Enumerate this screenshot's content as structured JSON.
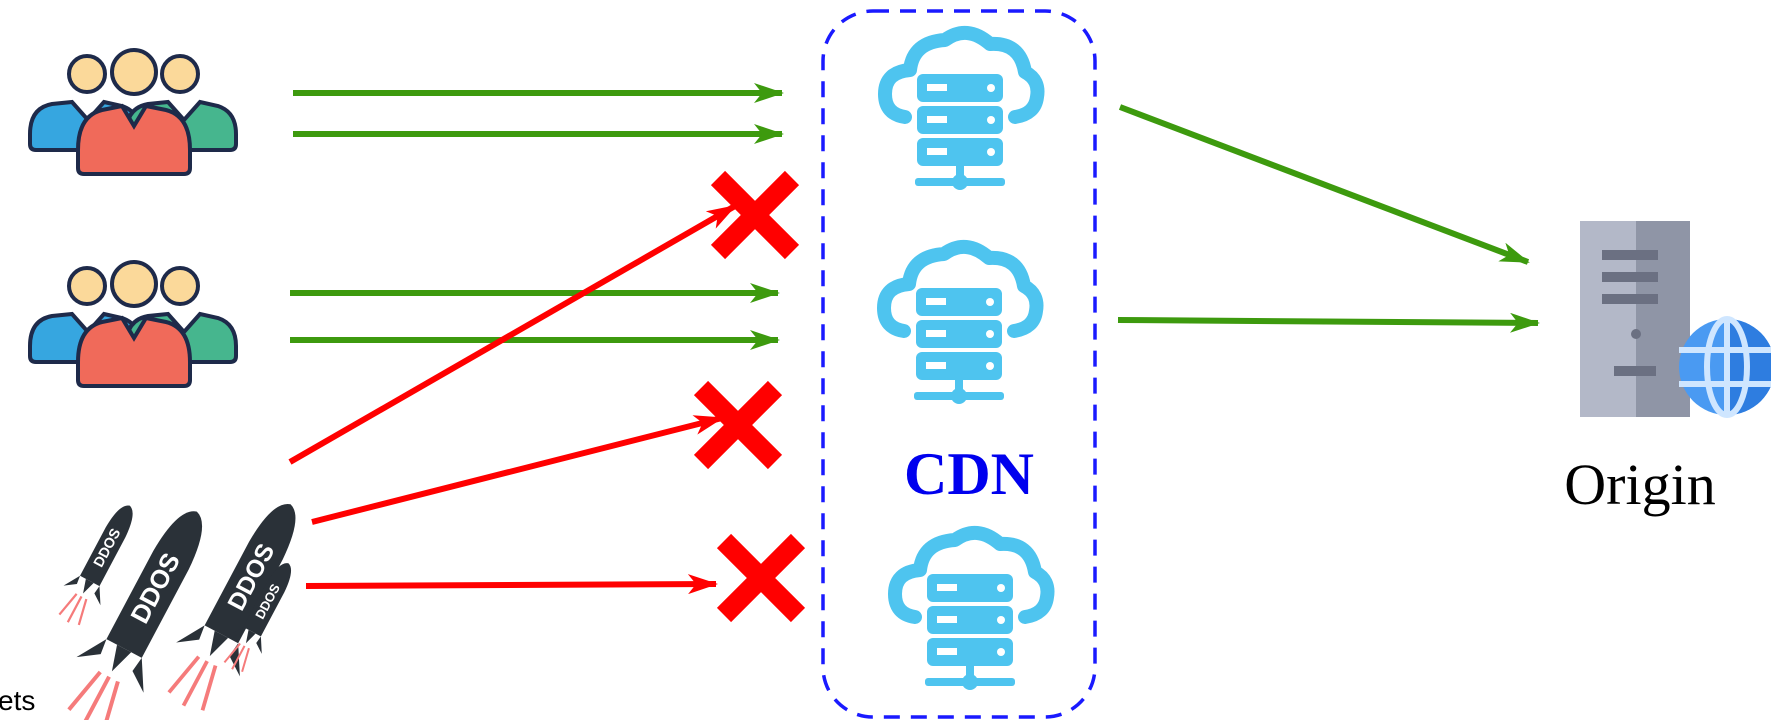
{
  "labels": {
    "cdn": "CDN",
    "origin": "Origin",
    "bottom_left": "ets",
    "ddos_text": "DDOS"
  },
  "colors": {
    "legit_arrow": "#3d9a0e",
    "attack_arrow": "#ff0000",
    "cdn_border": "#1a1aff",
    "cdn_label": "#0000ee",
    "server_icon": "#4ec4ef",
    "origin_label": "#000000",
    "bomb": "#2a3138"
  },
  "icons": {
    "user_group": "users-group-icon",
    "bomb": "ddos-bomb-icon",
    "cloud_server": "cloud-server-icon",
    "origin_server": "origin-server-globe-icon",
    "blocked": "blocked-x-icon"
  }
}
